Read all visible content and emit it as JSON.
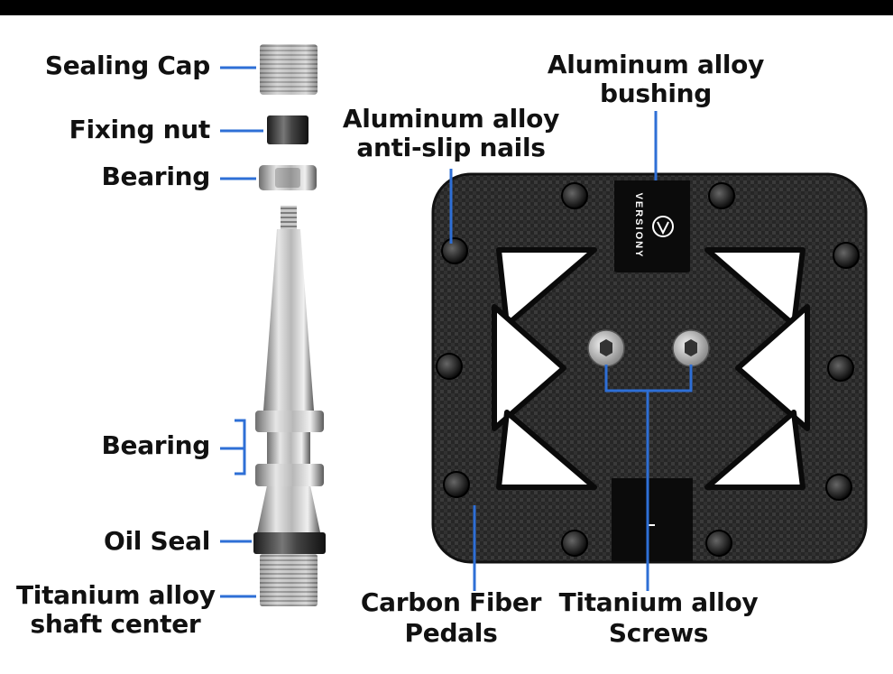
{
  "colors": {
    "leader": "#2e6fd6",
    "carbon": "#222222",
    "metal": "#a8a8a8",
    "topbar": "#000000"
  },
  "brand": {
    "logo_text": "VERSIONY",
    "logo_icon": "v-shield-icon"
  },
  "labels": {
    "sealing_cap": "Sealing Cap",
    "fixing_nut": "Fixing nut",
    "bearing_top": "Bearing",
    "bearing_mid": "Bearing",
    "oil_seal": "Oil Seal",
    "shaft_line1": "Titanium alloy",
    "shaft_line2": "shaft center",
    "nails_line1": "Aluminum alloy",
    "nails_line2": "anti-slip nails",
    "bushing_line1": "Aluminum alloy",
    "bushing_line2": "bushing",
    "carbon_line1": "Carbon Fiber",
    "carbon_line2": "Pedals",
    "screws_line1": "Titanium alloy",
    "screws_line2": "Screws"
  }
}
